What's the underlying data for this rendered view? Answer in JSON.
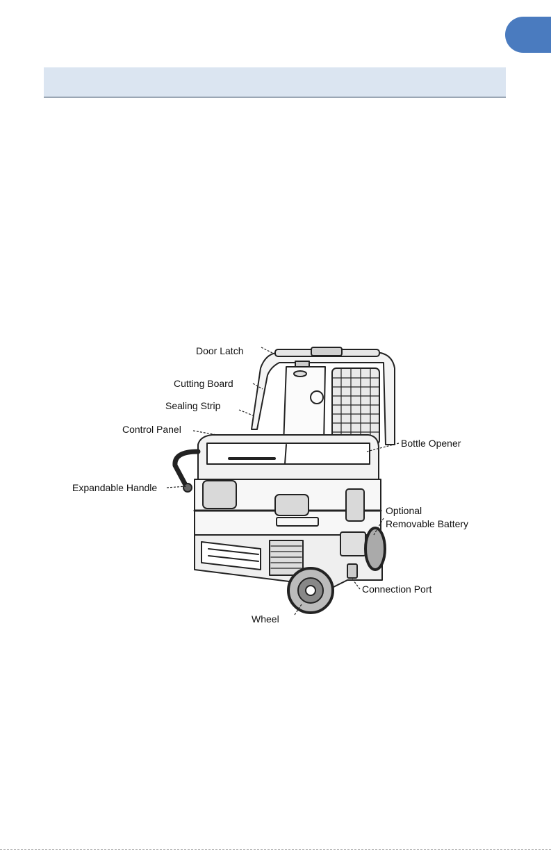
{
  "figure": {
    "labels": {
      "door_latch": "Door Latch",
      "cutting_board": "Cutting Board",
      "sealing_strip": "Sealing Strip",
      "control_panel": "Control Panel",
      "bottle_opener": "Bottle Opener",
      "expandable_handle": "Expandable Handle",
      "optional_battery_line1": "Optional",
      "optional_battery_line2": "Removable Battery",
      "connection_port": "Connection Port",
      "wheel": "Wheel"
    }
  },
  "colors": {
    "page_tab": "#4a7bbf",
    "section_bar": "#dbe5f1"
  }
}
